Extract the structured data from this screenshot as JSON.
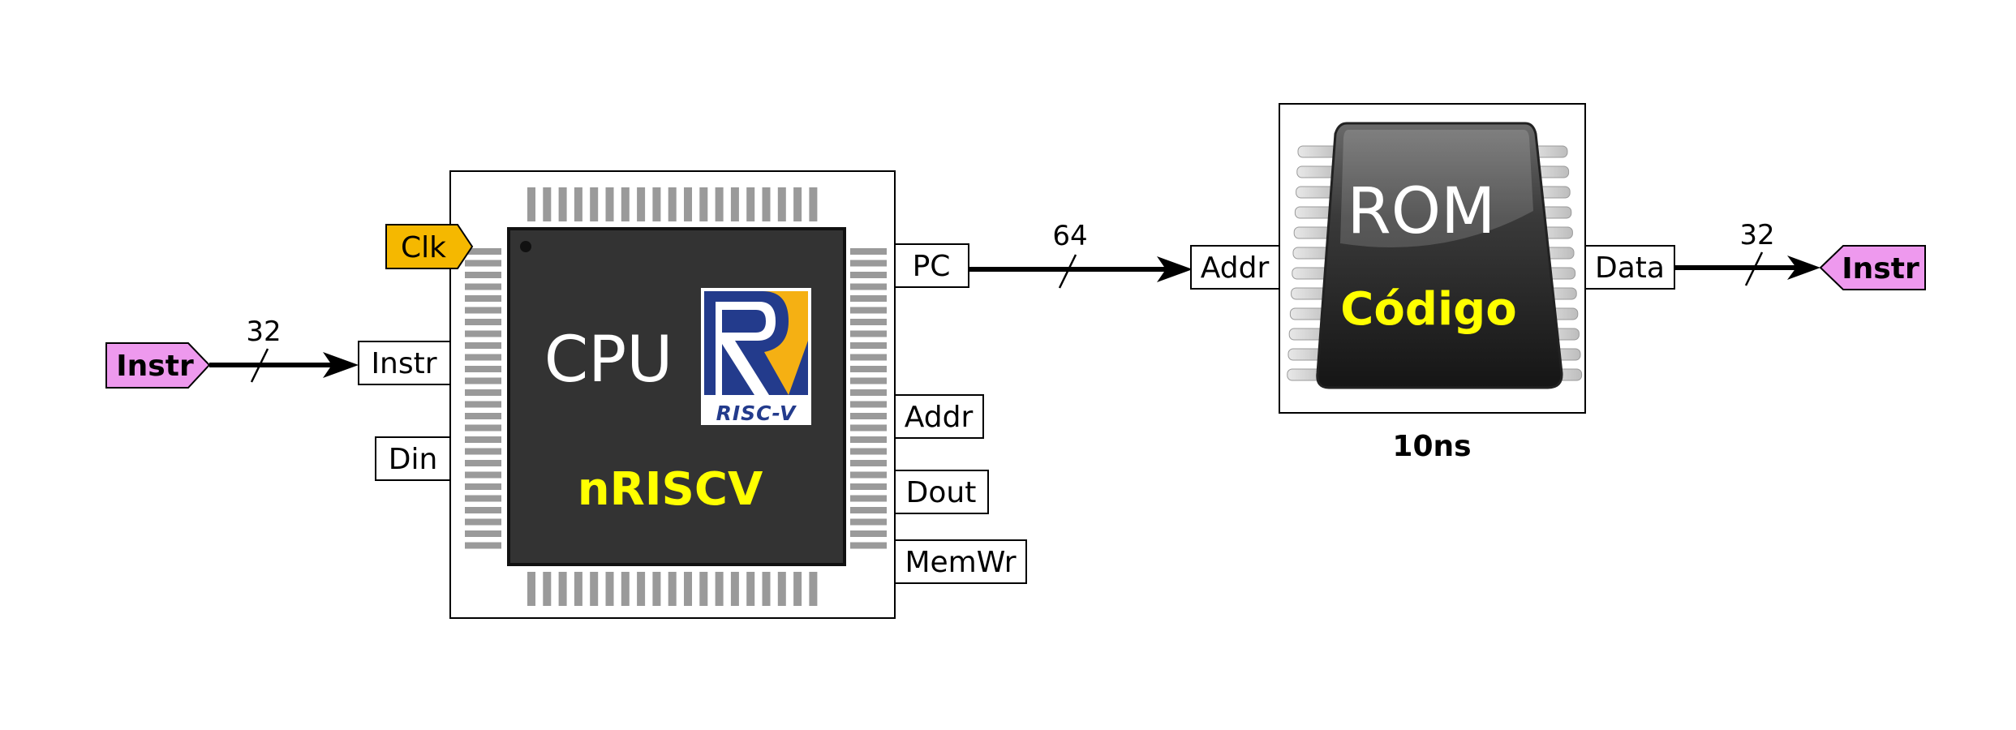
{
  "cpu": {
    "title": "CPU",
    "name": "nRISCV",
    "logo_text": "RISC-V",
    "clock_label": "Clk",
    "inputs": {
      "instr": "Instr",
      "din": "Din"
    },
    "outputs": {
      "pc": "PC",
      "addr": "Addr",
      "dout": "Dout",
      "memwr": "MemWr"
    }
  },
  "rom": {
    "title": "ROM",
    "subtitle": "Código",
    "timing": "10ns",
    "ports": {
      "addr": "Addr",
      "data": "Data"
    }
  },
  "connectors": {
    "instr_in": "Instr",
    "instr_out": "Instr"
  },
  "buses": {
    "instr_in_width": "32",
    "pc_width": "64",
    "data_width": "32"
  },
  "colors": {
    "instr_tag": "#ee99ee",
    "clk_tag": "#f5b800",
    "chip_body": "#333333",
    "pins": "#9a9a9a",
    "highlight_text": "#ffff00",
    "riscv_blue": "#233b8c",
    "riscv_gold": "#f5b013"
  }
}
